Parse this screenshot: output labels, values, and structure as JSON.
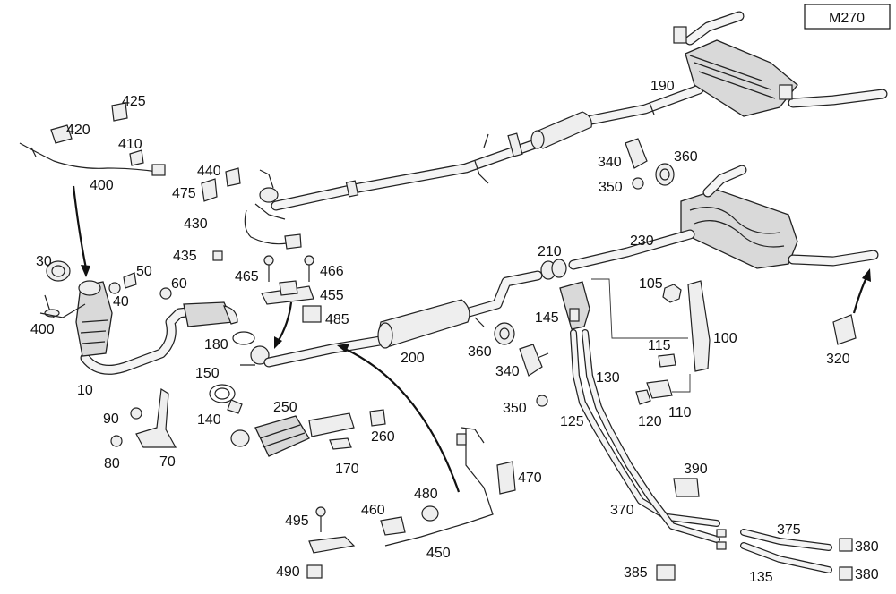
{
  "engine_code": "M270",
  "labels": [
    {
      "id": "425",
      "text": "425"
    },
    {
      "id": "420",
      "text": "420"
    },
    {
      "id": "410",
      "text": "410"
    },
    {
      "id": "400a",
      "text": "400"
    },
    {
      "id": "440",
      "text": "440"
    },
    {
      "id": "475",
      "text": "475"
    },
    {
      "id": "430",
      "text": "430"
    },
    {
      "id": "435",
      "text": "435"
    },
    {
      "id": "465",
      "text": "465"
    },
    {
      "id": "466",
      "text": "466"
    },
    {
      "id": "455",
      "text": "455"
    },
    {
      "id": "485",
      "text": "485"
    },
    {
      "id": "30",
      "text": "30"
    },
    {
      "id": "50",
      "text": "50"
    },
    {
      "id": "40",
      "text": "40"
    },
    {
      "id": "60",
      "text": "60"
    },
    {
      "id": "400b",
      "text": "400"
    },
    {
      "id": "10",
      "text": "10"
    },
    {
      "id": "180",
      "text": "180"
    },
    {
      "id": "150",
      "text": "150"
    },
    {
      "id": "140",
      "text": "140"
    },
    {
      "id": "90",
      "text": "90"
    },
    {
      "id": "80",
      "text": "80"
    },
    {
      "id": "70",
      "text": "70"
    },
    {
      "id": "250",
      "text": "250"
    },
    {
      "id": "260",
      "text": "260"
    },
    {
      "id": "170",
      "text": "170"
    },
    {
      "id": "200",
      "text": "200"
    },
    {
      "id": "360a",
      "text": "360"
    },
    {
      "id": "340a",
      "text": "340"
    },
    {
      "id": "350a",
      "text": "350"
    },
    {
      "id": "190",
      "text": "190"
    },
    {
      "id": "340b",
      "text": "340"
    },
    {
      "id": "360b",
      "text": "360"
    },
    {
      "id": "350b",
      "text": "350"
    },
    {
      "id": "210",
      "text": "210"
    },
    {
      "id": "230",
      "text": "230"
    },
    {
      "id": "145",
      "text": "145"
    },
    {
      "id": "105",
      "text": "105"
    },
    {
      "id": "100",
      "text": "100"
    },
    {
      "id": "115",
      "text": "115"
    },
    {
      "id": "130",
      "text": "130"
    },
    {
      "id": "125",
      "text": "125"
    },
    {
      "id": "120",
      "text": "120"
    },
    {
      "id": "110",
      "text": "110"
    },
    {
      "id": "320",
      "text": "320"
    },
    {
      "id": "470",
      "text": "470"
    },
    {
      "id": "480",
      "text": "480"
    },
    {
      "id": "460",
      "text": "460"
    },
    {
      "id": "495",
      "text": "495"
    },
    {
      "id": "450",
      "text": "450"
    },
    {
      "id": "490",
      "text": "490"
    },
    {
      "id": "390",
      "text": "390"
    },
    {
      "id": "370",
      "text": "370"
    },
    {
      "id": "375",
      "text": "375"
    },
    {
      "id": "380a",
      "text": "380"
    },
    {
      "id": "385",
      "text": "385"
    },
    {
      "id": "135",
      "text": "135"
    },
    {
      "id": "380b",
      "text": "380"
    }
  ]
}
